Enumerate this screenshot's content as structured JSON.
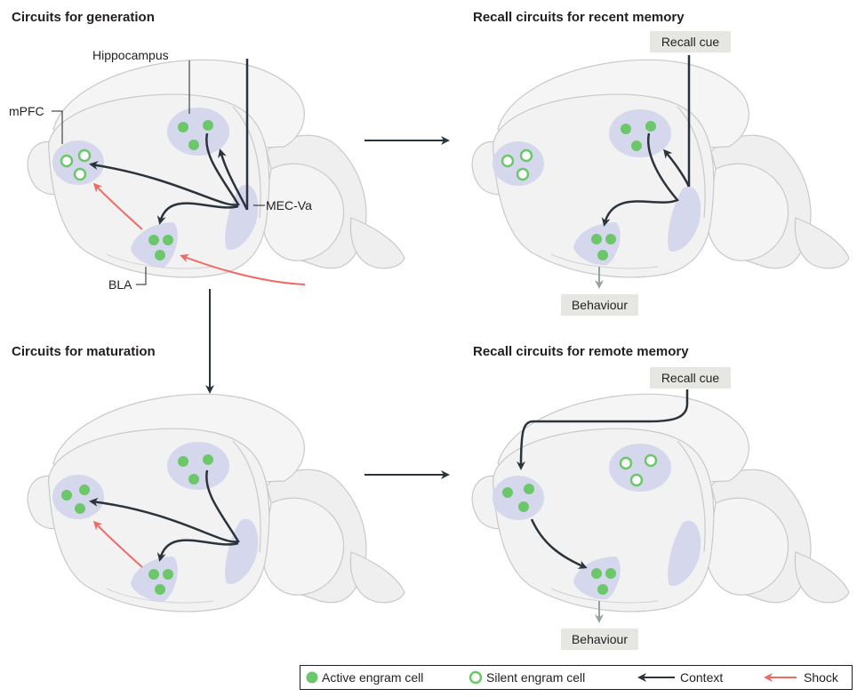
{
  "panels": {
    "generation": "Circuits for generation",
    "recent": "Recall circuits for recent memory",
    "maturation": "Circuits for maturation",
    "remote": "Recall circuits for remote memory"
  },
  "regions": {
    "hippocampus": "Hippocampus",
    "mpfc": "mPFC",
    "mec": "MEC-Va",
    "bla": "BLA"
  },
  "boxes": {
    "recall_cue": "Recall cue",
    "behaviour": "Behaviour"
  },
  "legend": {
    "active": "Active engram cell",
    "silent": "Silent engram cell",
    "context": "Context",
    "shock": "Shock"
  },
  "colors": {
    "active_cell": "#6cc76a",
    "silent_cell_ring": "#6cc76a",
    "region_fill": "#d5d8ec",
    "brain_fill": "#f2f2f2",
    "context_arrow": "#2b333b",
    "shock_arrow": "#ef6a64",
    "behaviour_arrow": "#9aa0a6"
  }
}
